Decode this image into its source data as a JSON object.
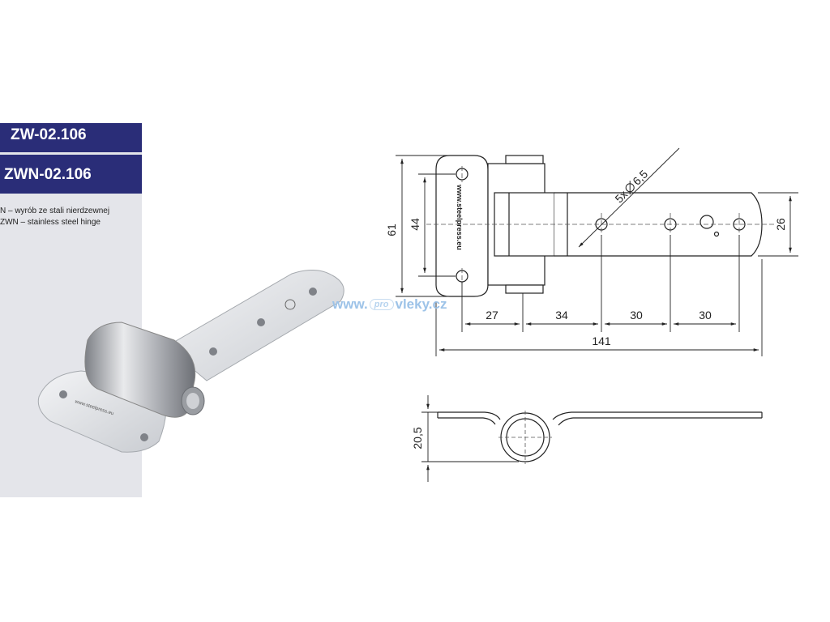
{
  "product": {
    "code_primary": "ZW-02.106",
    "code_stainless": "ZWN-02.106",
    "desc_pl": "N – wyrób ze stali nierdzewnej",
    "desc_en": "ZWN – stainless steel hinge"
  },
  "part_marking": "www.steelpress.eu",
  "watermark": {
    "pre": "www.",
    "mid": "pro",
    "post": "vleky.cz"
  },
  "dimensions": {
    "height_total": "61",
    "hole_spacing_leaf": "44",
    "strap_width": "26",
    "holes": "5x",
    "hole_diameter": "6,5",
    "seg1": "27",
    "seg2": "34",
    "seg3": "30",
    "seg4": "30",
    "length_total": "141",
    "side_height": "20,5"
  },
  "colors": {
    "code_bar": "#2a2d78",
    "panel": "#e4e5ea",
    "watermark": "#9dc3e8"
  }
}
